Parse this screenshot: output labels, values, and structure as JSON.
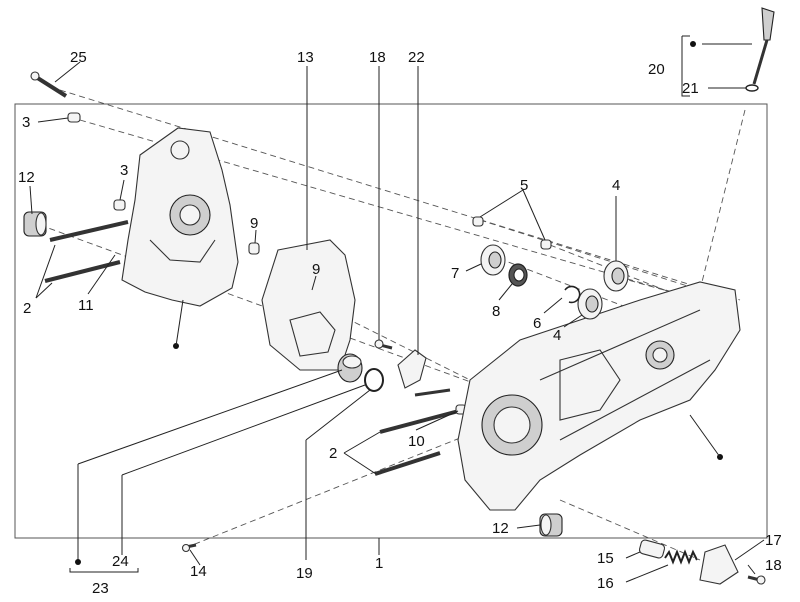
{
  "callouts": [
    {
      "id": "c25",
      "text": "25"
    },
    {
      "id": "c13",
      "text": "13"
    },
    {
      "id": "c18a",
      "text": "18"
    },
    {
      "id": "c22",
      "text": "22"
    },
    {
      "id": "c20",
      "text": "20"
    },
    {
      "id": "c21",
      "text": "21"
    },
    {
      "id": "c3a",
      "text": "3"
    },
    {
      "id": "c3b",
      "text": "3"
    },
    {
      "id": "c12a",
      "text": "12"
    },
    {
      "id": "c9a",
      "text": "9"
    },
    {
      "id": "c9b",
      "text": "9"
    },
    {
      "id": "c5",
      "text": "5"
    },
    {
      "id": "c4a",
      "text": "4"
    },
    {
      "id": "c7",
      "text": "7"
    },
    {
      "id": "c8",
      "text": "8"
    },
    {
      "id": "c6",
      "text": "6"
    },
    {
      "id": "c4b",
      "text": "4"
    },
    {
      "id": "c2a",
      "text": "2"
    },
    {
      "id": "c11",
      "text": "11"
    },
    {
      "id": "c10",
      "text": "10"
    },
    {
      "id": "c2b",
      "text": "2"
    },
    {
      "id": "c12b",
      "text": "12"
    },
    {
      "id": "c24",
      "text": "24"
    },
    {
      "id": "c23",
      "text": "23"
    },
    {
      "id": "c14",
      "text": "14"
    },
    {
      "id": "c19",
      "text": "19"
    },
    {
      "id": "c1",
      "text": "1"
    },
    {
      "id": "c17",
      "text": "17"
    },
    {
      "id": "c15",
      "text": "15"
    },
    {
      "id": "c18b",
      "text": "18"
    },
    {
      "id": "c16",
      "text": "16"
    }
  ]
}
